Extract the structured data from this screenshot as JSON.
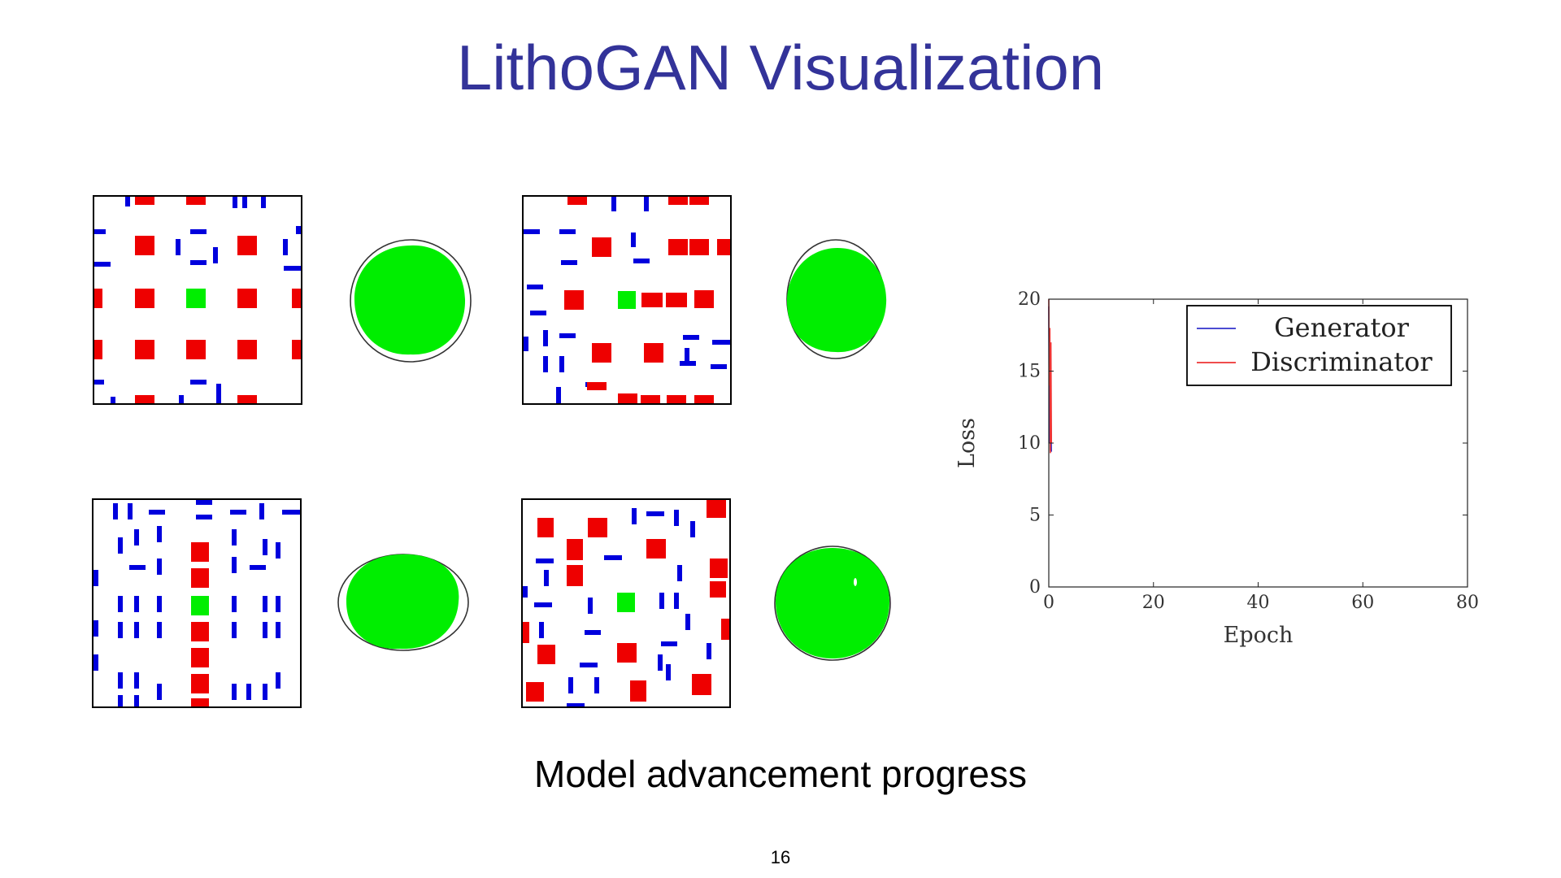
{
  "slide": {
    "title": "LithoGAN Visualization",
    "caption": "Model advancement progress",
    "page_number": "16"
  },
  "colors": {
    "title": "#333399",
    "via_target": "#00ee00",
    "via_neighbor": "#ee0000",
    "sraf": "#0000dd",
    "resist": "#00ee00",
    "generator": "#3333cc",
    "discriminator": "#ee3333"
  },
  "chart_data": {
    "type": "line",
    "xlabel": "Epoch",
    "ylabel": "Loss",
    "xlim": [
      0,
      80
    ],
    "ylim": [
      0,
      20
    ],
    "xticks": [
      0,
      20,
      40,
      60,
      80
    ],
    "yticks": [
      0,
      5,
      10,
      15,
      20
    ],
    "legend_position": "top-right",
    "series": [
      {
        "name": "Generator",
        "color": "#3333cc",
        "x": [
          0,
          0.1,
          0.2,
          0.3,
          0.4,
          0.5
        ],
        "y": [
          19.5,
          10,
          17,
          9.5,
          12,
          9.4
        ]
      },
      {
        "name": "Discriminator",
        "color": "#ee3333",
        "x": [
          0,
          0.1,
          0.2,
          0.3,
          0.4,
          0.5
        ],
        "y": [
          20,
          14,
          18,
          9.3,
          17,
          10
        ]
      }
    ]
  }
}
